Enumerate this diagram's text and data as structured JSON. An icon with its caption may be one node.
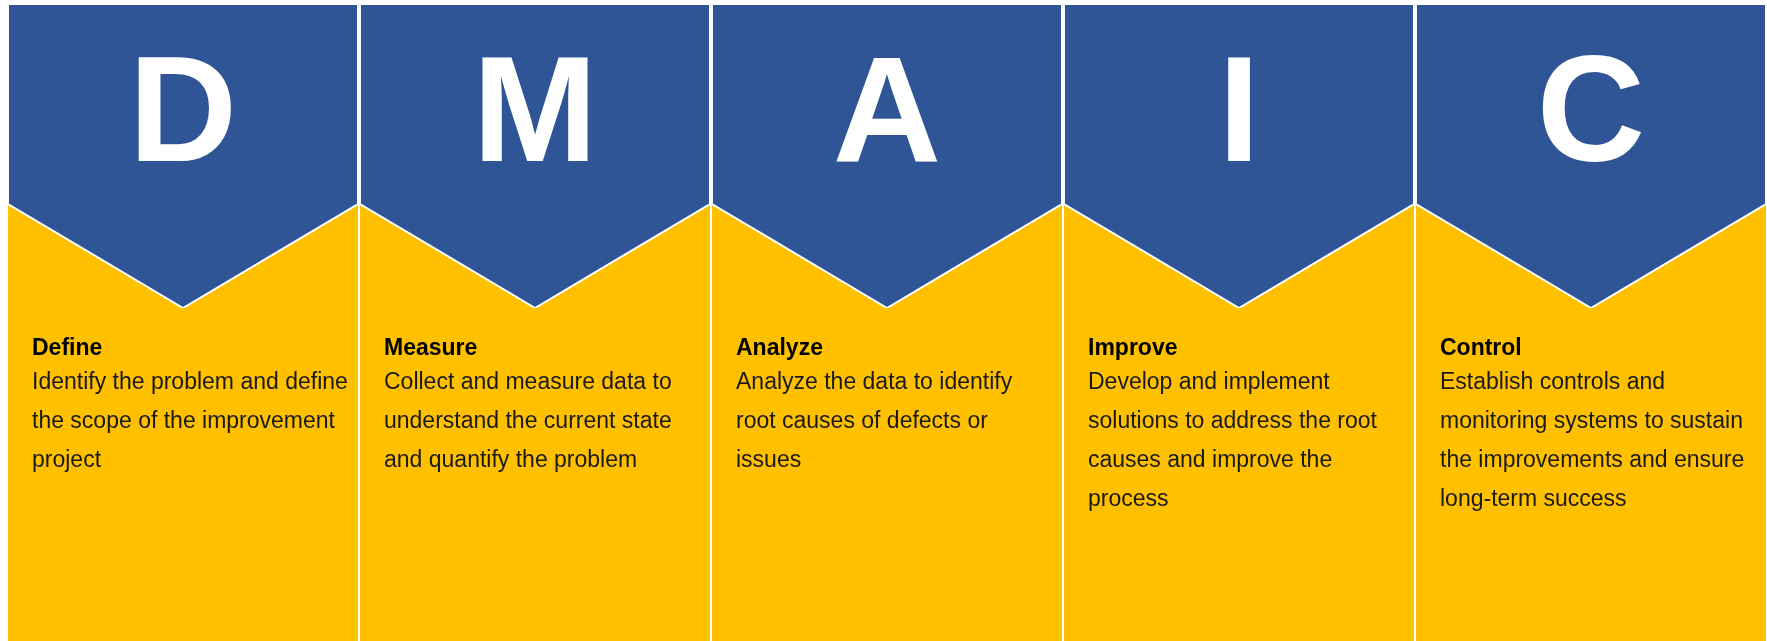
{
  "diagram": {
    "nodes": [
      {
        "text": [
          "D",
          "Define",
          "Identify the problem and define the scope of the improvement project"
        ]
      },
      {
        "text": [
          "M",
          "Measure",
          "Collect and measure data to understand the current state and quantify the problem"
        ]
      },
      {
        "text": [
          "A",
          "Analyze",
          "Analyze the data to identify root causes of defects or issues"
        ]
      },
      {
        "text": [
          "I",
          "Improve",
          "Develop and implement solutions to address the root causes and improve the process"
        ]
      },
      {
        "text": [
          "C",
          "Control",
          "Establish controls and monitoring systems to sustain the improvements and ensure long-term success"
        ]
      }
    ]
  }
}
